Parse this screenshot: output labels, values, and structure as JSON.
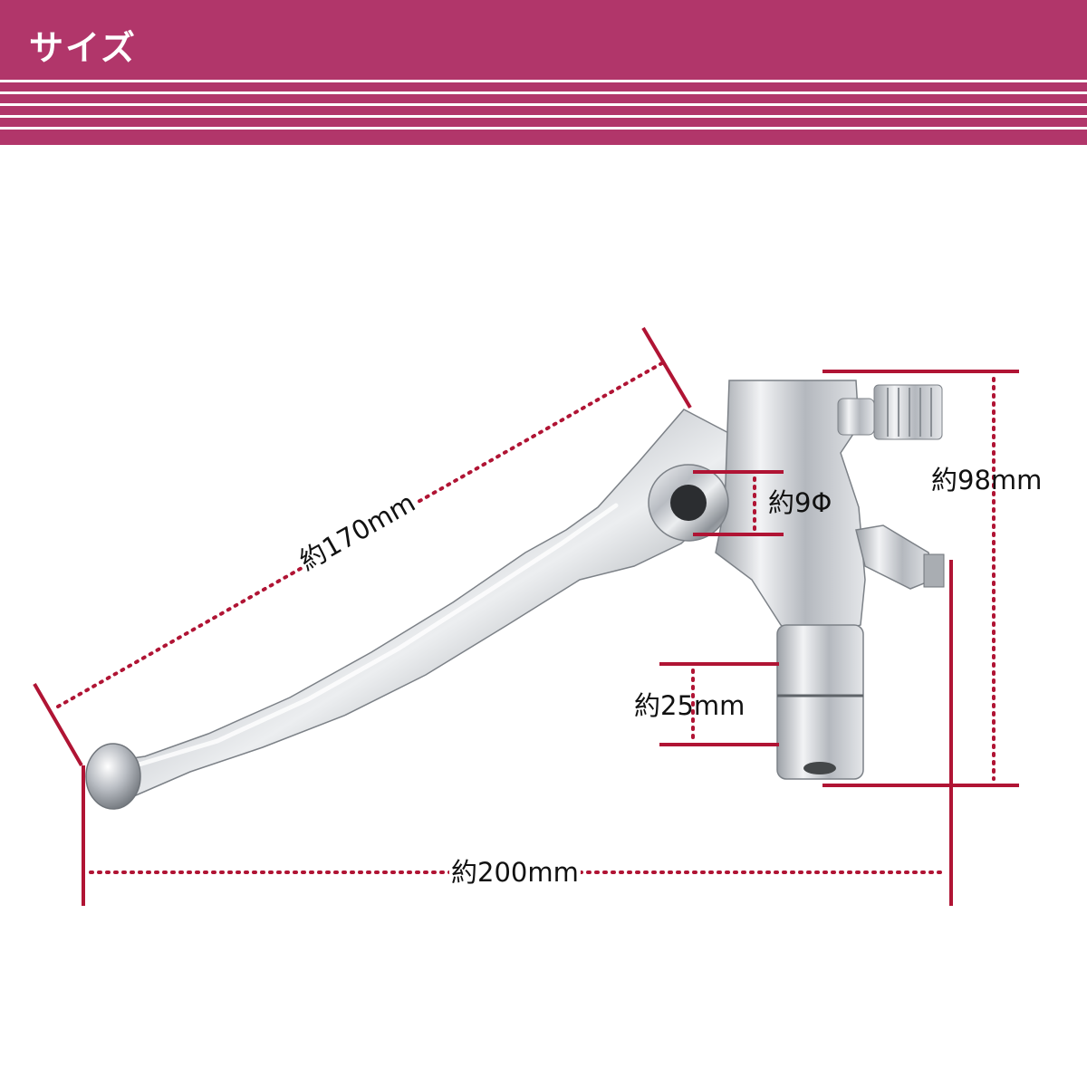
{
  "header": {
    "title": "サイズ"
  },
  "colors": {
    "accent": "#b1366a",
    "dimension_line": "#b01434",
    "chrome": "#c9cdd2"
  },
  "dimensions": {
    "lever_length": "約170mm",
    "pivot_hole": "約9Φ",
    "total_height": "約98mm",
    "clamp_diameter": "約25mm",
    "total_width": "約200mm"
  }
}
